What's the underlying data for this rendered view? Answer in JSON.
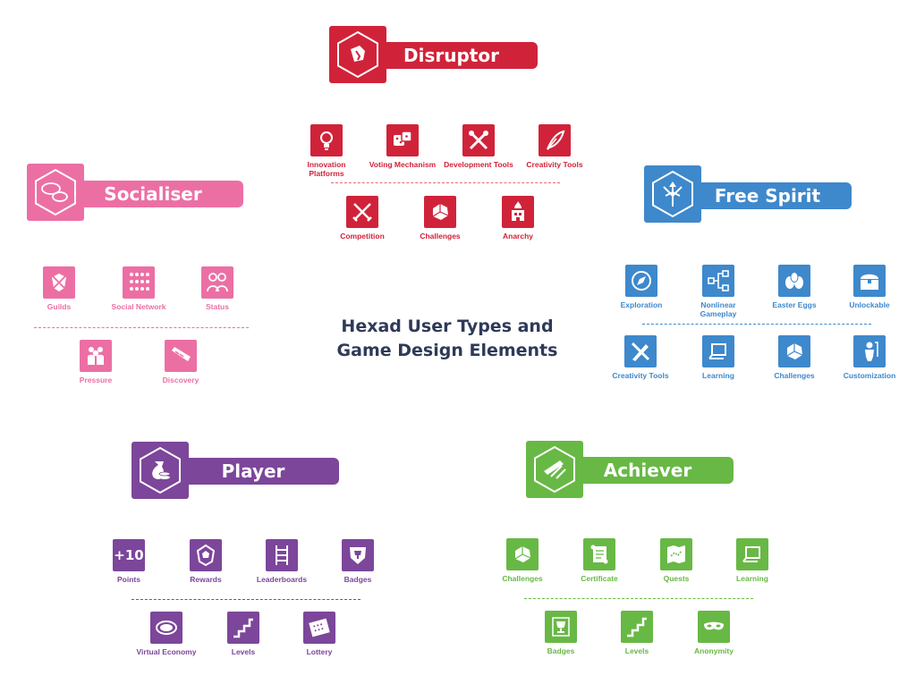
{
  "title_line1": "Hexad User Types and",
  "title_line2": "Game Design Elements",
  "colors": {
    "disruptor": "#d0233a",
    "socialiser": "#ec6fa4",
    "freespirit": "#3e88cc",
    "player": "#7c469a",
    "achiever": "#68b845"
  },
  "disruptor": {
    "name": "Disruptor",
    "icon": "broken-hexagon-icon",
    "row1": [
      {
        "label": "Innovation Platforms",
        "icon": "lightbulb-icon"
      },
      {
        "label": "Voting Mechanism",
        "icon": "dice-icon"
      },
      {
        "label": "Development Tools",
        "icon": "tools-icon"
      },
      {
        "label": "Creativity Tools",
        "icon": "feather-icon"
      }
    ],
    "row2": [
      {
        "label": "Competition",
        "icon": "crossed-swords-icon"
      },
      {
        "label": "Challenges",
        "icon": "rock-icon"
      },
      {
        "label": "Anarchy",
        "icon": "burning-building-icon"
      }
    ]
  },
  "socialiser": {
    "name": "Socialiser",
    "icon": "speech-bubbles-icon",
    "row1": [
      {
        "label": "Guilds",
        "icon": "guild-shield-icon"
      },
      {
        "label": "Social Network",
        "icon": "people-grid-icon"
      },
      {
        "label": "Status",
        "icon": "people-pair-icon"
      }
    ],
    "row2": [
      {
        "label": "Pressure",
        "icon": "crowd-icon"
      },
      {
        "label": "Discovery",
        "icon": "telescope-icon"
      }
    ]
  },
  "freespirit": {
    "name": "Free Spirit",
    "icon": "branching-arrows-icon",
    "row1": [
      {
        "label": "Exploration",
        "icon": "compass-icon"
      },
      {
        "label": "Nonlinear Gameplay",
        "icon": "flowchart-icon"
      },
      {
        "label": "Easter Eggs",
        "icon": "eggs-icon"
      },
      {
        "label": "Unlockable",
        "icon": "chest-icon"
      }
    ],
    "row2": [
      {
        "label": "Creativity Tools",
        "icon": "pencil-ruler-icon"
      },
      {
        "label": "Learning",
        "icon": "book-icon"
      },
      {
        "label": "Challenges",
        "icon": "rock-icon"
      },
      {
        "label": "Customization",
        "icon": "character-icon"
      }
    ]
  },
  "player": {
    "name": "Player",
    "icon": "money-bag-icon",
    "row1": [
      {
        "label": "Points",
        "icon": "plus-ten-icon",
        "glyph": "+10"
      },
      {
        "label": "Rewards",
        "icon": "gem-icon"
      },
      {
        "label": "Leaderboards",
        "icon": "ladder-icon"
      },
      {
        "label": "Badges",
        "icon": "trophy-shield-icon"
      }
    ],
    "row2": [
      {
        "label": "Virtual Economy",
        "icon": "coin-icon"
      },
      {
        "label": "Levels",
        "icon": "stairs-icon"
      },
      {
        "label": "Lottery",
        "icon": "ticket-icon"
      }
    ]
  },
  "achiever": {
    "name": "Achiever",
    "icon": "scroll-quill-icon",
    "row1": [
      {
        "label": "Challenges",
        "icon": "rock-icon"
      },
      {
        "label": "Certificate",
        "icon": "scroll-icon"
      },
      {
        "label": "Quests",
        "icon": "map-icon"
      },
      {
        "label": "Learning",
        "icon": "book-icon"
      }
    ],
    "row2": [
      {
        "label": "Badges",
        "icon": "trophy-icon"
      },
      {
        "label": "Levels",
        "icon": "stairs-icon"
      },
      {
        "label": "Anonymity",
        "icon": "mask-icon"
      }
    ]
  }
}
